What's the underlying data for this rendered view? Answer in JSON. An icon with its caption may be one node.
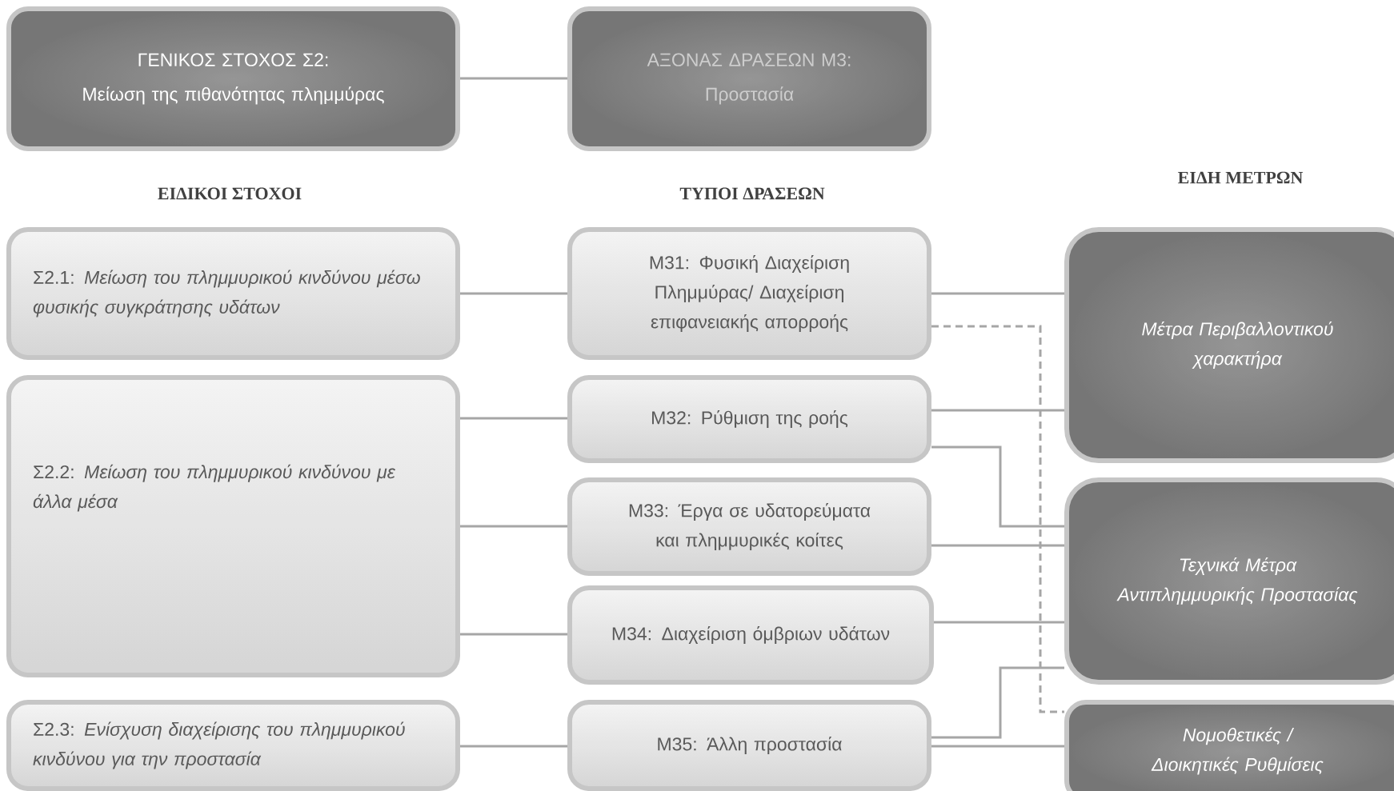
{
  "diagram": {
    "nodes": [
      {
        "text": [
          "ΓΕΝΙΚΟΣ ΣΤΟΧΟΣ Σ2:",
          "Μείωση της πιθανότητας πλημμύρας"
        ]
      },
      {
        "text": [
          "ΑΞΟΝΑΣ ΔΡΑΣΕΩΝ Μ3:",
          "Προστασία"
        ]
      },
      {
        "text": [
          "Σ2.1: *Μείωση του πλημμυρικού κινδύνου μέσω φυσικής συγκράτησης υδάτων*"
        ]
      },
      {
        "text": [
          "Σ2.2: *Μείωση του πλημμυρικού κινδύνου με άλλα μέσα*"
        ]
      },
      {
        "text": [
          "Σ2.3: *Ενίσχυση διαχείρισης του πλημμυρικού κινδύνου για την προστασία*"
        ]
      },
      {
        "text": [
          "Μ31: Φυσική Διαχείριση Πλημμύρας/ Διαχείριση επιφανειακής απορροής"
        ]
      },
      {
        "text": [
          "Μ32: Ρύθμιση της ροής"
        ]
      },
      {
        "text": [
          "Μ33: Έργα σε υδατορεύματα και πλημμυρικές κοίτες"
        ]
      },
      {
        "text": [
          "Μ34: Διαχείριση όμβριων υδάτων"
        ]
      },
      {
        "text": [
          "Μ35: Άλλη προστασία"
        ]
      },
      {
        "text": [
          "Μέτρα Περιβαλλοντικού χαρακτήρα"
        ]
      },
      {
        "text": [
          "Τεχνικά Μέτρα Αντιπλημμυρικής Προστασίας"
        ]
      },
      {
        "text": [
          "Νομοθετικές / Διοικητικές Ρυθμίσεις"
        ]
      }
    ],
    "edges": [
      {
        "from": 0,
        "to": 1,
        "arrow": "none"
      },
      {
        "from": 2,
        "to": 5,
        "arrow": "none"
      },
      {
        "from": 3,
        "to": 6,
        "arrow": "none"
      },
      {
        "from": 3,
        "to": 7,
        "arrow": "none"
      },
      {
        "from": 3,
        "to": 8,
        "arrow": "none"
      },
      {
        "from": 4,
        "to": 9,
        "arrow": "none"
      },
      {
        "from": 5,
        "to": 10,
        "arrow": "none"
      },
      {
        "from": 5,
        "to": 12,
        "arrow": "none",
        "style": "dashed"
      },
      {
        "from": 6,
        "to": 10,
        "arrow": "none"
      },
      {
        "from": 6,
        "to": 11,
        "arrow": "none"
      },
      {
        "from": 7,
        "to": 11,
        "arrow": "none"
      },
      {
        "from": 8,
        "to": 11,
        "arrow": "none"
      },
      {
        "from": 9,
        "to": 11,
        "arrow": "none"
      },
      {
        "from": 9,
        "to": 12,
        "arrow": "none"
      }
    ],
    "labels": [
      "ΕΙΔΙΚΟΙ ΣΤΟΧΟΙ",
      "ΤΥΠΟΙ ΔΡΑΣΕΩΝ",
      "ΕΙΔΗ ΜΕΤΡΩΝ"
    ]
  }
}
